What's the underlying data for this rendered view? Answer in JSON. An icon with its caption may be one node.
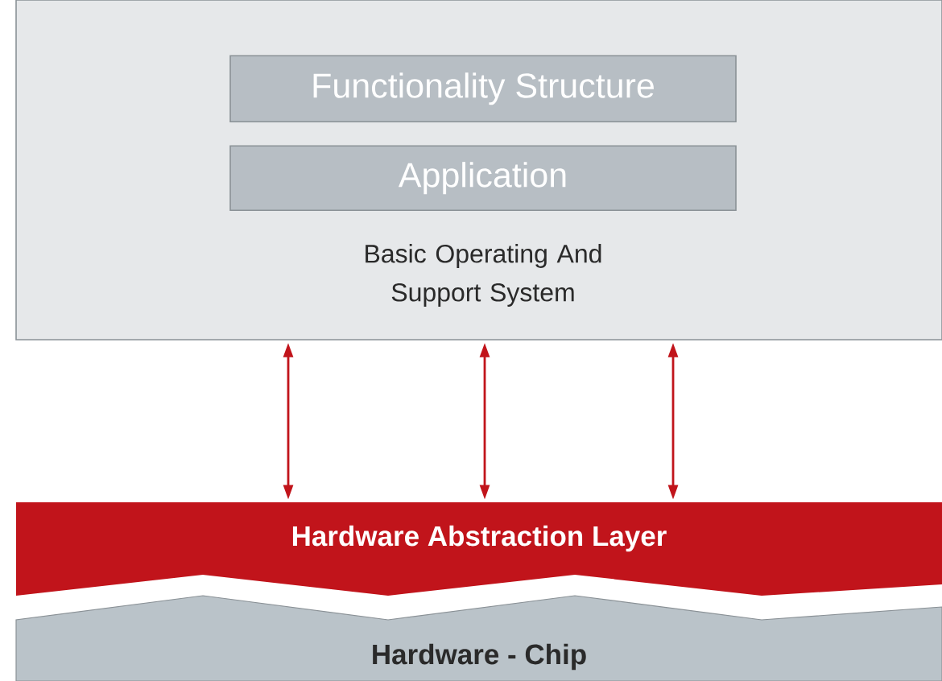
{
  "diagram": {
    "nodes": [
      {
        "text": [
          "Basic Operating And Support System"
        ]
      },
      {
        "text": [
          "Functionality Structure"
        ],
        "in": 0
      },
      {
        "text": [
          "Application"
        ],
        "in": 0
      },
      {
        "text": [
          "Hardware Abstraction Layer"
        ]
      },
      {
        "text": [
          "Hardware - Chip"
        ]
      }
    ],
    "edges": [
      {
        "from": 0,
        "to": 3,
        "arrow": "both"
      },
      {
        "from": 0,
        "to": 3,
        "arrow": "both"
      },
      {
        "from": 0,
        "to": 3,
        "arrow": "both"
      }
    ]
  }
}
